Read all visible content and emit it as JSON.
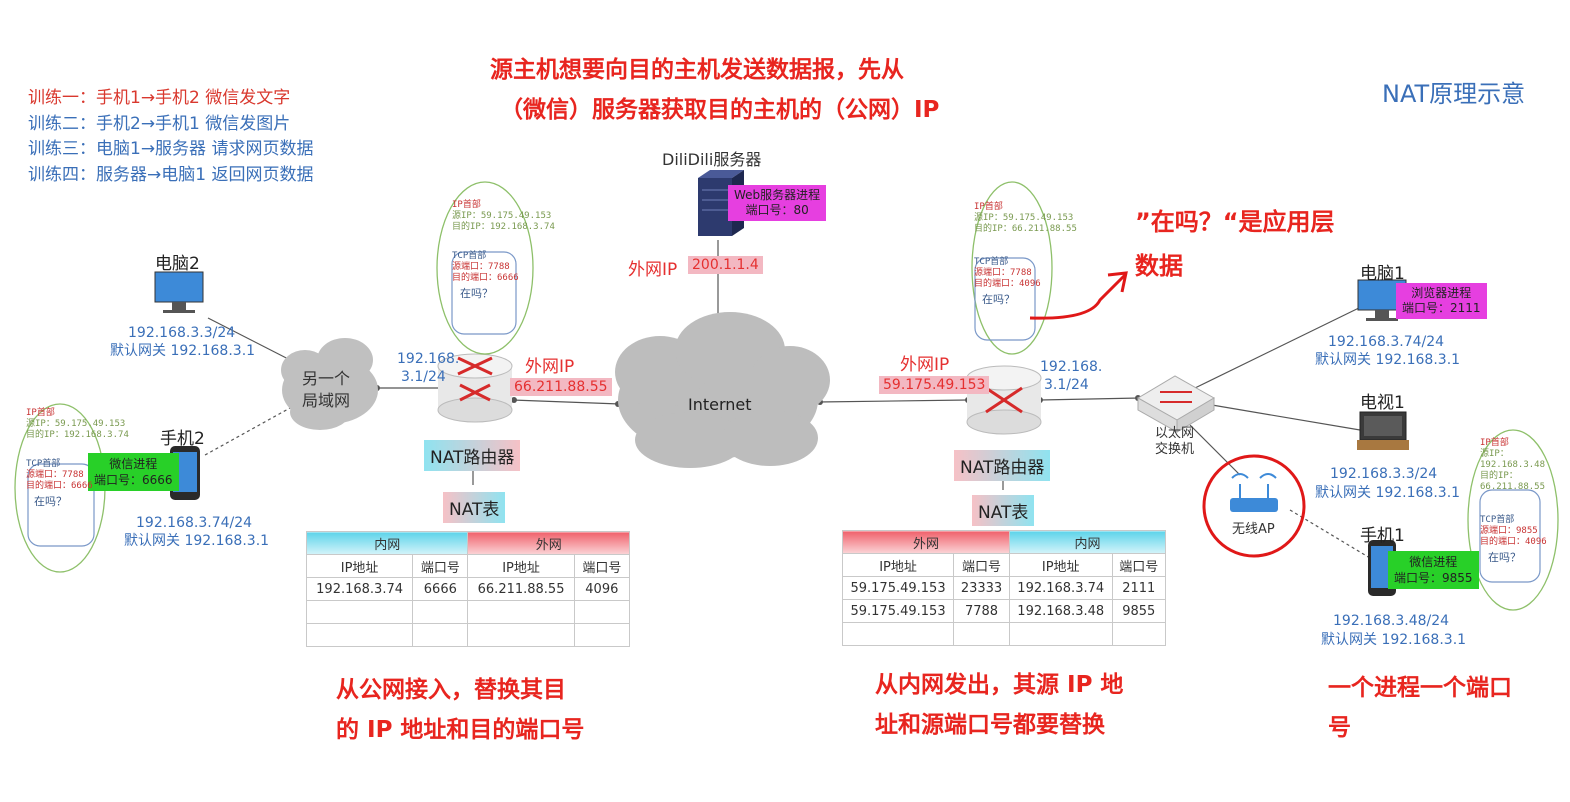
{
  "top_annotation": [
    "源主机想要向目的主机发送数据报，先从",
    "（微信）服务器获取目的主机的（公网）IP"
  ],
  "title": "NAT原理示意",
  "drills": [
    {
      "text": "训练一：手机1→手机2 微信发文字",
      "color": "#d9382e"
    },
    {
      "text": "训练二：手机2→手机1 微信发图片",
      "color": "#3a6fb8"
    },
    {
      "text": "训练三：电脑1→服务器 请求网页数据",
      "color": "#3a6fb8"
    },
    {
      "text": "训练四：服务器→电脑1 返回网页数据",
      "color": "#3a6fb8"
    }
  ],
  "server": {
    "name": "DiliDili服务器",
    "process": [
      "Web服务器进程",
      "端口号：80"
    ],
    "wan_label": "外网IP",
    "wan_ip": "200.1.1.4"
  },
  "internet": "Internet",
  "left": {
    "pc2": {
      "name": "电脑2",
      "ip": "192.168.3.3/24",
      "gw": "默认网关 192.168.3.1"
    },
    "phone2": {
      "name": "手机2",
      "process": [
        "微信进程",
        "端口号：6666"
      ],
      "ip": "192.168.3.74/24",
      "gw": "默认网关 192.168.3.1"
    },
    "lan": [
      "另一个",
      "局域网"
    ],
    "router_lan_ip": [
      "192.168.",
      "3.1/24"
    ],
    "router_wan_label": "外网IP",
    "router_wan_ip": "66.211.88.55",
    "router_name": "NAT路由器",
    "table_name": "NAT表",
    "table": {
      "groups": [
        "内网",
        "外网"
      ],
      "cols": [
        "IP地址",
        "端口号",
        "IP地址",
        "端口号"
      ],
      "rows": [
        [
          "192.168.3.74",
          "6666",
          "66.211.88.55",
          "4096"
        ],
        [
          "",
          "",
          "",
          ""
        ],
        [
          "",
          "",
          "",
          ""
        ]
      ]
    },
    "bottom_note": [
      "从公网接入，替换其目",
      "的 IP 地址和目的端口号"
    ]
  },
  "right": {
    "router_wan_label": "外网IP",
    "router_wan_ip": "59.175.49.153",
    "router_lan_ip": [
      "192.168.",
      "3.1/24"
    ],
    "router_name": "NAT路由器",
    "table_name": "NAT表",
    "switch": [
      "以太网",
      "交换机"
    ],
    "ap": "无线AP",
    "pc1": {
      "name": "电脑1",
      "process": [
        "浏览器进程",
        "端口号：2111"
      ],
      "ip": "192.168.3.74/24",
      "gw": "默认网关 192.168.3.1"
    },
    "tv1": {
      "name": "电视1",
      "ip": "192.168.3.3/24",
      "gw": "默认网关 192.168.3.1"
    },
    "phone1": {
      "name": "手机1",
      "process": [
        "微信进程",
        "端口号：9855"
      ],
      "ip": "192.168.3.48/24",
      "gw": "默认网关 192.168.3.1"
    },
    "table": {
      "groups": [
        "外网",
        "内网"
      ],
      "cols": [
        "IP地址",
        "端口号",
        "IP地址",
        "端口号"
      ],
      "rows": [
        [
          "59.175.49.153",
          "23333",
          "192.168.3.74",
          "2111"
        ],
        [
          "59.175.49.153",
          "7788",
          "192.168.3.48",
          "9855"
        ],
        [
          "",
          "",
          "",
          ""
        ]
      ]
    },
    "bottom_note": [
      "从内网发出，其源 IP 地",
      "址和源端口号都要替换"
    ],
    "app_note": [
      "”在吗？“是应用层",
      "数据"
    ],
    "port_note": [
      "一个进程一个端口",
      "号"
    ]
  },
  "sketches": {
    "ip_head": "IP首部",
    "src_ip_pub": "源IP：59.175.49.153",
    "dst_ip_priv": "目的IP：192.168.3.74",
    "src_ip_priv": "源IP：192.168.3.48",
    "dst_ip_pub": "目的IP：66.211.88.55",
    "tcp_head": "TCP首部",
    "src_port_7788": "源端口：7788",
    "dst_port_6666": "目的端口：6666",
    "src_port_9855": "源端口：9855",
    "dst_port_4096": "目的端口：4096",
    "msg": "在吗？"
  },
  "colors": {
    "accent_red": "#e8251f",
    "blue": "#3a6fb8",
    "magenta": "#e63fe0",
    "green": "#28d028",
    "pink": "#f3b8c2"
  }
}
